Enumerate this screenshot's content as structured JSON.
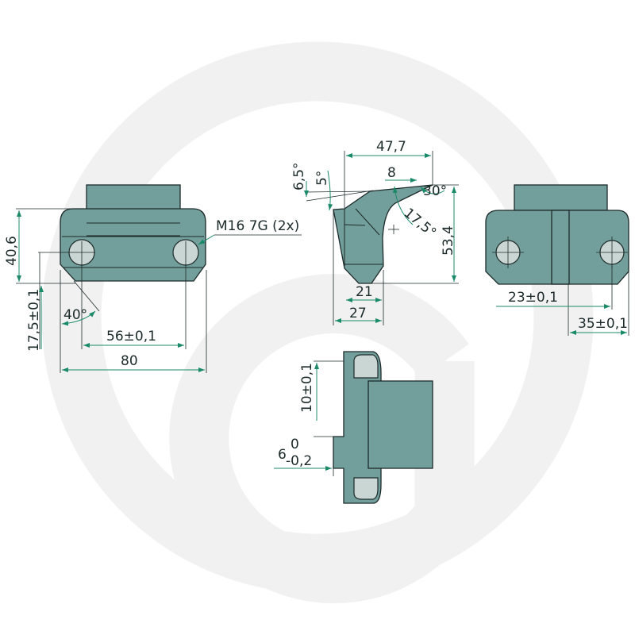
{
  "colors": {
    "part": "#729f9b",
    "dimension": "#1b8a68",
    "watermark": "#f1f1f1"
  },
  "watermark": {
    "icon": "brand-ring-logo"
  },
  "front_view": {
    "thread_callout": "M16 7G (2x)",
    "height": "40,6",
    "hole_height": "17,5±0,1",
    "angle": "40°",
    "hole_spacing": "56±0,1",
    "width": "80"
  },
  "side_view": {
    "length": "47,7",
    "tip": "8",
    "angle_a": "6,5°",
    "angle_b": "5°",
    "angle_tip": "30°",
    "angle_c": "17,5°",
    "height": "53,4",
    "inner_width": "21",
    "outer_width": "27"
  },
  "rear_view": {
    "hole_offset": "23±0,1",
    "hole_offset_right": "35±0,1"
  },
  "top_view": {
    "step": "10±0,1",
    "tol_value": "6",
    "tol_upper": "0",
    "tol_lower": "-0,2"
  }
}
